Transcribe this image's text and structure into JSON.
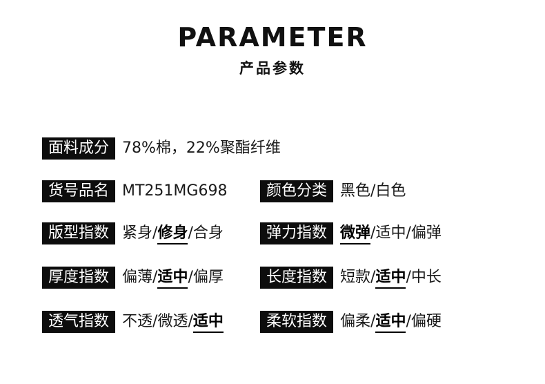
{
  "header": {
    "title": "PARAMETER",
    "subtitle": "产品参数"
  },
  "params": {
    "material": {
      "label": "面料成分",
      "value": "78%棉，22%聚酯纤维"
    },
    "item_no": {
      "label": "货号品名",
      "value": "MT251MG698"
    },
    "color": {
      "label": "颜色分类",
      "value": "黑色/白色"
    },
    "fit": {
      "label": "版型指数",
      "options": [
        "紧身",
        "修身",
        "合身"
      ],
      "selected": 1
    },
    "elasticity": {
      "label": "弹力指数",
      "options": [
        "微弹",
        "适中",
        "偏弹"
      ],
      "selected": 0
    },
    "thickness": {
      "label": "厚度指数",
      "options": [
        "偏薄",
        "适中",
        "偏厚"
      ],
      "selected": 1
    },
    "length": {
      "label": "长度指数",
      "options": [
        "短款",
        "适中",
        "中长"
      ],
      "selected": 1
    },
    "breathability": {
      "label": "透气指数",
      "options": [
        "不透",
        "微透",
        "适中"
      ],
      "selected": 2
    },
    "softness": {
      "label": "柔软指数",
      "options": [
        "偏柔",
        "适中",
        "偏硬"
      ],
      "selected": 1
    }
  }
}
